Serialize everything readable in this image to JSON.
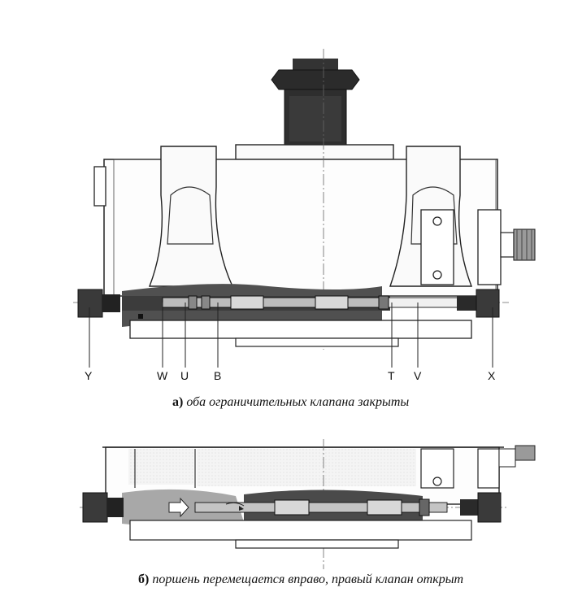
{
  "figure_a": {
    "labels": {
      "Y": "Y",
      "W": "W",
      "U": "U",
      "B": "B",
      "T": "T",
      "V": "V",
      "X": "X"
    },
    "caption_letter": "а)",
    "caption_text": "оба ограничительных клапана закрыты"
  },
  "figure_b": {
    "caption_letter": "б)",
    "caption_text": "поршень перемещается вправо, правый клапан открыт"
  }
}
